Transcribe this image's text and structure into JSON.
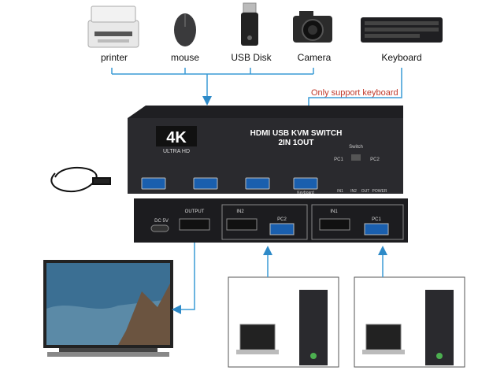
{
  "devices": {
    "printer": "printer",
    "mouse": "mouse",
    "usb_disk": "USB Disk",
    "camera": "Camera",
    "keyboard": "Keyboard"
  },
  "note": "Only support keyboard",
  "switch_front": {
    "badge_main": "4K",
    "badge_sub": "ULTRA HD",
    "title_line1": "HDMI USB KVM SWITCH",
    "title_line2": "2IN 1OUT",
    "switch_label": "Switch",
    "pc1": "PC1",
    "pc2": "PC2",
    "keyboard_port": "Keyboard",
    "leds": [
      "IN1",
      "IN2",
      "OUT",
      "POWER"
    ]
  },
  "switch_back": {
    "dc": "DC 5V",
    "output": "OUTPUT",
    "in2": "IN2",
    "pc2": "PC2",
    "in1": "IN1",
    "pc1": "PC1"
  },
  "colors": {
    "arrow": "#2e8ac8",
    "line": "#3a9bd6",
    "note": "#c0392b",
    "device_body": "#1f1f22"
  }
}
